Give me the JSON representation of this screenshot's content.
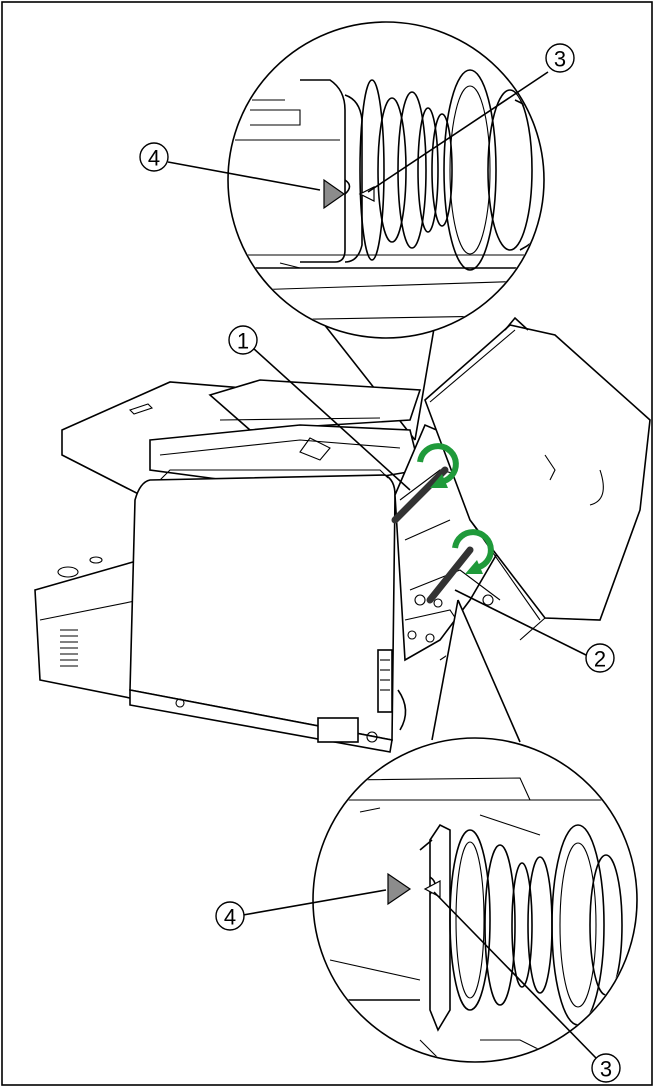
{
  "callouts": {
    "top_3": "3",
    "top_4": "4",
    "mid_1": "1",
    "mid_2": "2",
    "bot_4": "4",
    "bot_3": "3"
  },
  "colors": {
    "rotation_arrow": "#1f9a3a",
    "marker_fill": "#8c8c8c",
    "line": "#000000"
  },
  "icons": {
    "rotation": "circular-arrow-icon",
    "marker": "triangle-marker-icon"
  }
}
